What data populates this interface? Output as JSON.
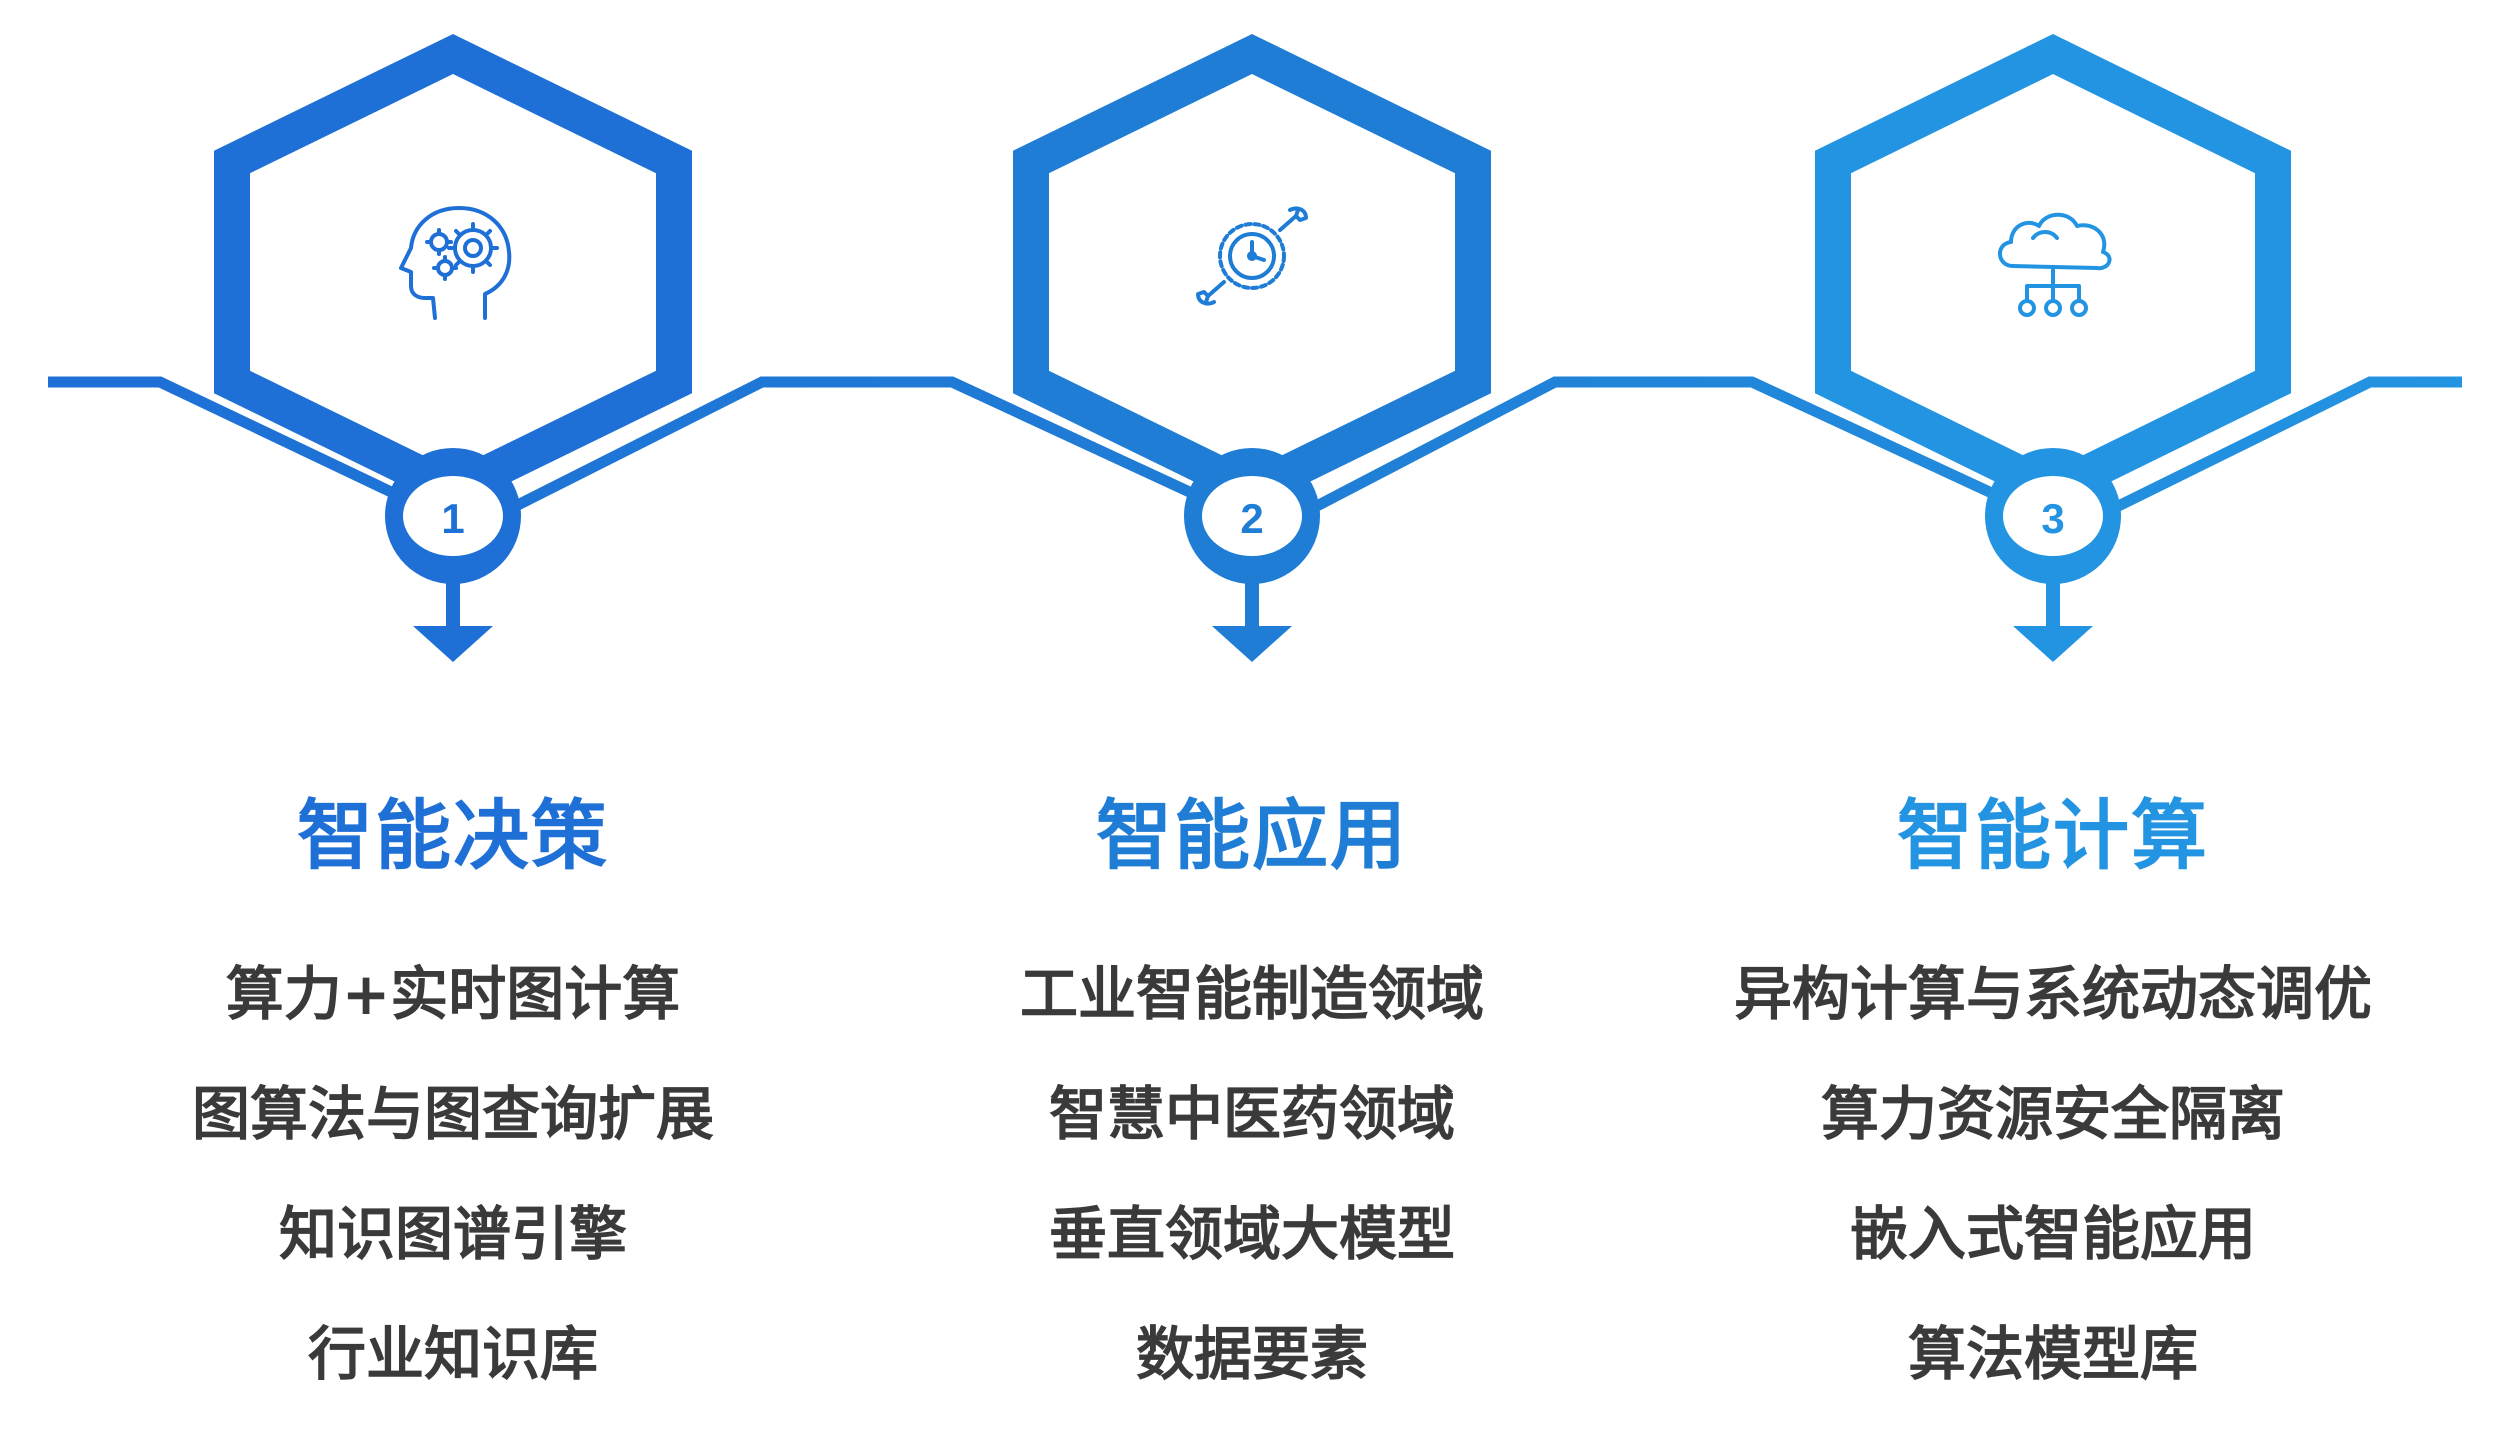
{
  "colors": {
    "col1": "#1E6FD6",
    "col2": "#1F7DD5",
    "col3": "#2394E2",
    "text": "#3a3a3a",
    "light_center": "#ffffff"
  },
  "columns": [
    {
      "number": "1",
      "icon": "brain-gears-icon",
      "title": "智能决策",
      "items": [
        "算力+实时图计算",
        "图算法与图查询扩展",
        "知识图谱引擎",
        "行业知识库"
      ]
    },
    {
      "number": "2",
      "icon": "clock-wrench-icon",
      "title": "智能应用",
      "items": [
        "工业智能制造领域",
        "智慧中医药领域",
        "垂直领域大模型",
        "数据要素"
      ]
    },
    {
      "number": "3",
      "icon": "cloud-network-icon",
      "title": "智能计算",
      "items": [
        "异构计算与系统动态调优",
        "算力资源安全隔离",
        "嵌入式智能应用",
        "算法模型库"
      ]
    }
  ]
}
